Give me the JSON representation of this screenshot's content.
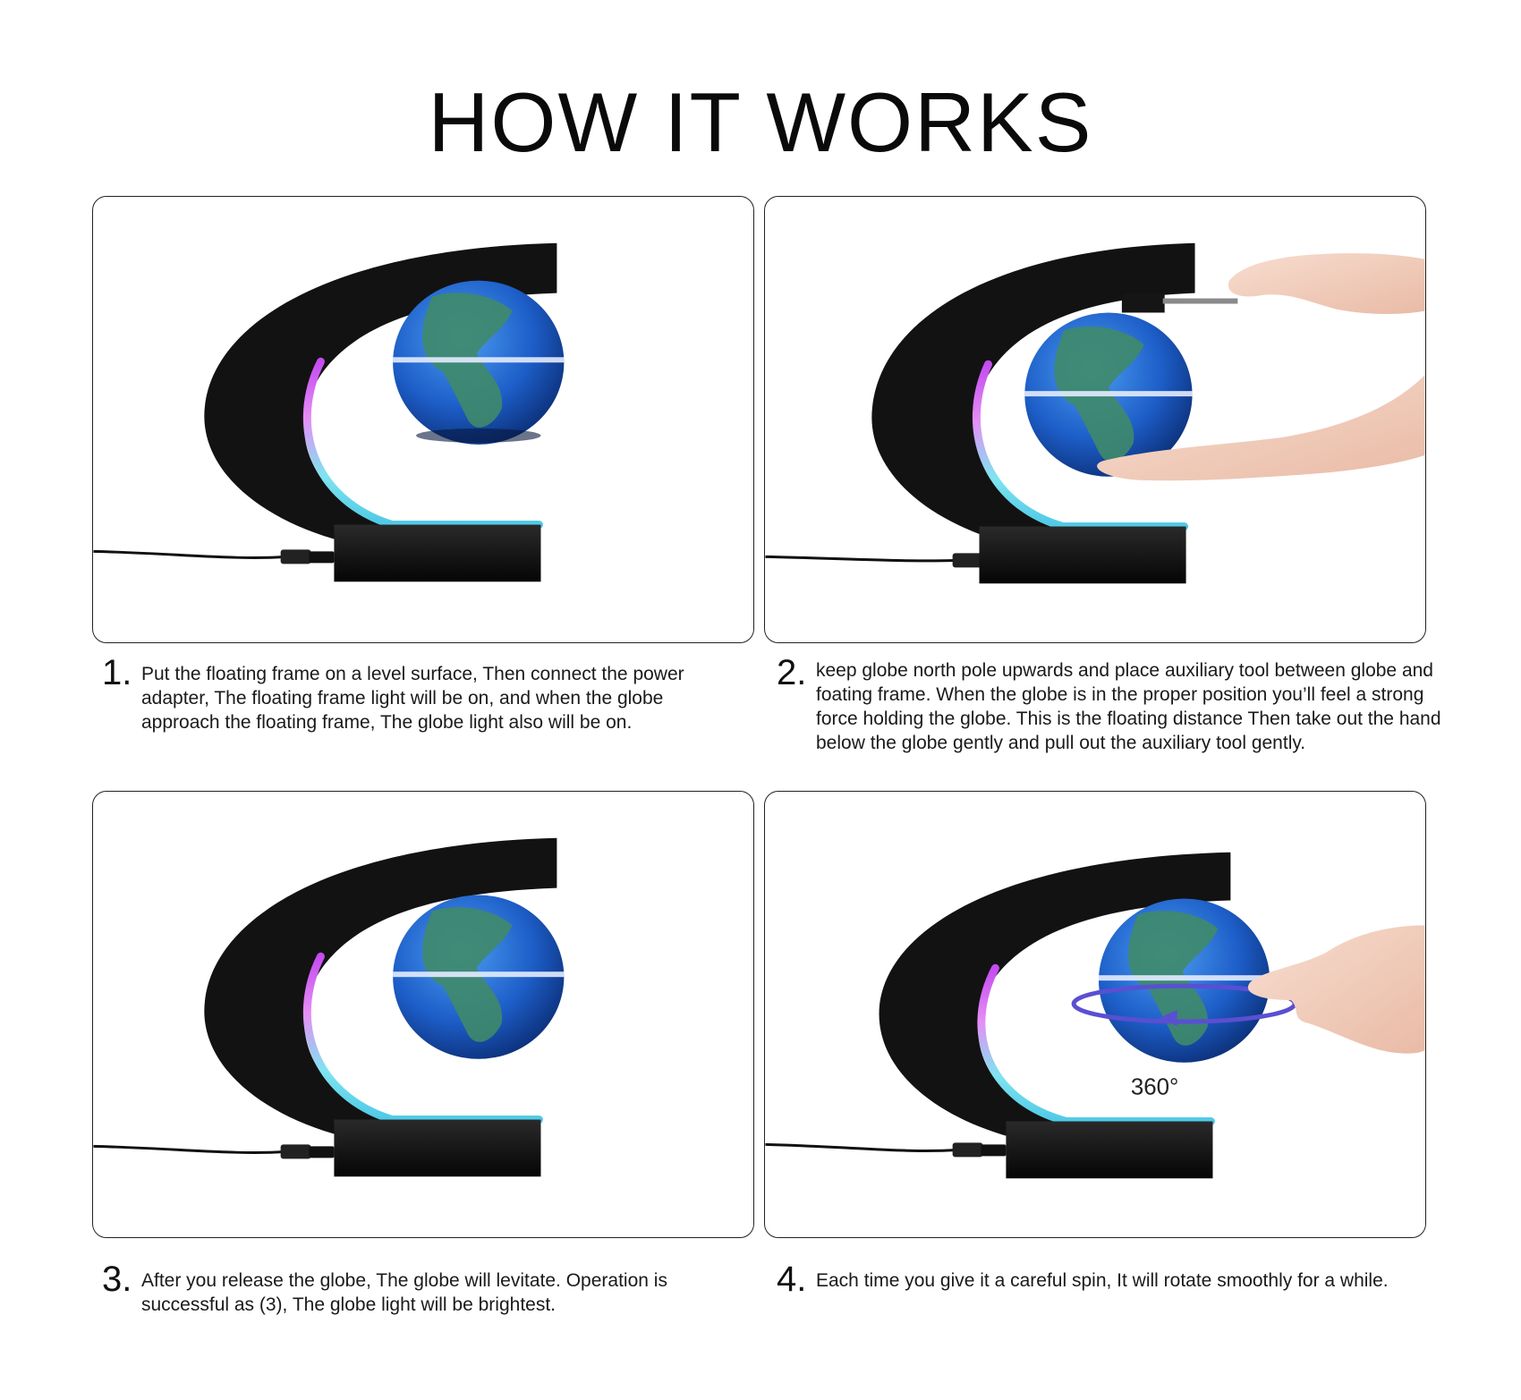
{
  "title": "HOW IT WORKS",
  "steps": [
    {
      "number": "1.",
      "text": "Put the floating frame on a level surface, Then connect the power adapter, The floating frame light will be on, and when the globe approach the floating frame, The globe light also will be on."
    },
    {
      "number": "2.",
      "text": "keep globe north pole upwards and place auxiliary tool between globe and foating frame. When the globe is in the proper position you’ll feel a strong force holding the globe. This is the floating distance Then take out the hand below the globe gently and pull out the auxiliary tool gently."
    },
    {
      "number": "3.",
      "text": "After you release the globe, The globe will levitate. Operation is successful as (3), The globe light will be brightest."
    },
    {
      "number": "4.",
      "text": "Each time you give it a careful spin, It will rotate smoothly for a while."
    }
  ],
  "rotation_label": "360°",
  "colors": {
    "frame": "#111111",
    "globe_ocean": "#1f5fc4",
    "globe_land": "#3f8a6a",
    "glow_pink": "#d86cf0",
    "glow_cyan": "#62d6e8",
    "spin_ring": "#5a4fd1",
    "skin": "#f3d2bf"
  }
}
